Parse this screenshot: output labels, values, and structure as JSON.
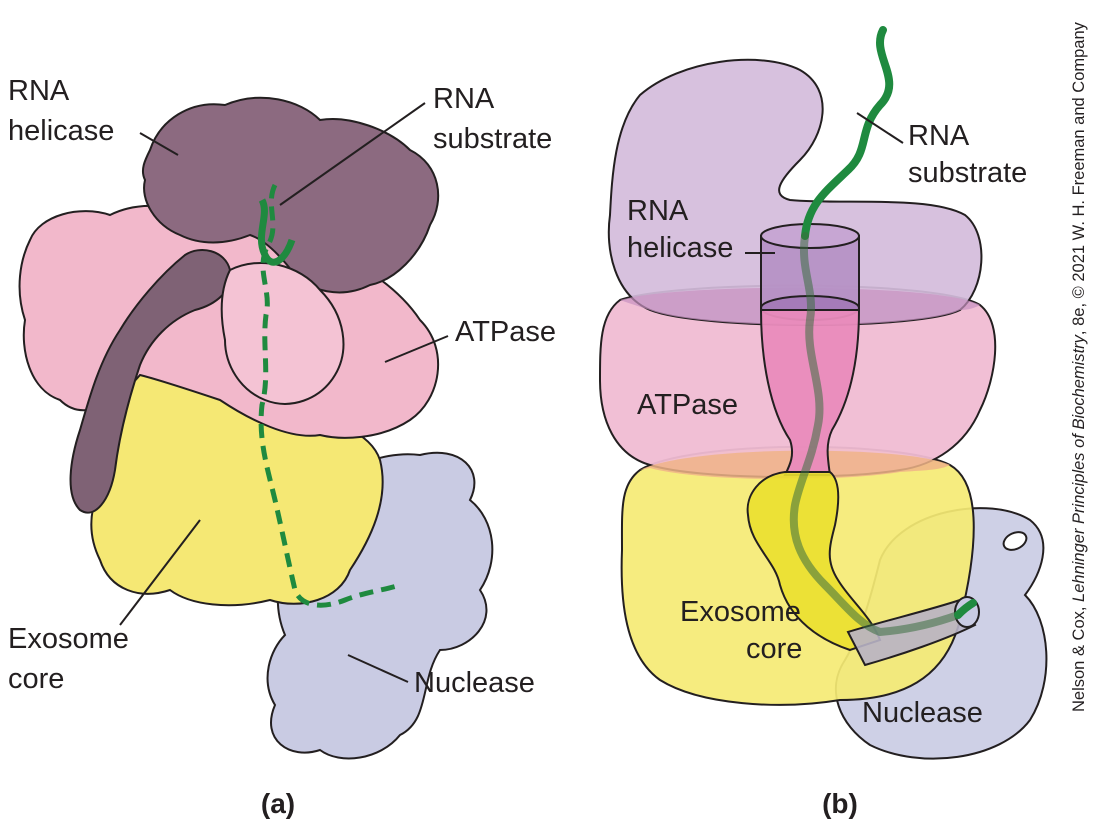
{
  "panel_a": {
    "label": "(a)",
    "labels": {
      "rna_helicase_line1": "RNA",
      "rna_helicase_line2": "helicase",
      "rna_substrate_line1": "RNA",
      "rna_substrate_line2": "substrate",
      "atpase": "ATPase",
      "exosome_core_line1": "Exosome",
      "exosome_core_line2": "core",
      "nuclease": "Nuclease"
    }
  },
  "panel_b": {
    "label": "(b)",
    "labels": {
      "rna_substrate_line1": "RNA",
      "rna_substrate_line2": "substrate",
      "rna_helicase_line1": "RNA",
      "rna_helicase_line2": "helicase",
      "atpase": "ATPase",
      "exosome_core_line1": "Exosome",
      "exosome_core_line2": "core",
      "nuclease": "Nuclease"
    }
  },
  "credit": {
    "authors": "Nelson & Cox, ",
    "book_title": "Lehninger Principles of Biochemistry",
    "rest": ", 8e, © 2021 W. H. Freeman and Company"
  },
  "colors": {
    "helicase": "#8c6a80",
    "helicase_light": "#d4bcdb",
    "atpase": "#f2b8cb",
    "atpase_light": "#f0bcd3",
    "exosome": "#f5e874",
    "nuclease": "#c9cbe3",
    "rna": "#1f8a3f"
  }
}
